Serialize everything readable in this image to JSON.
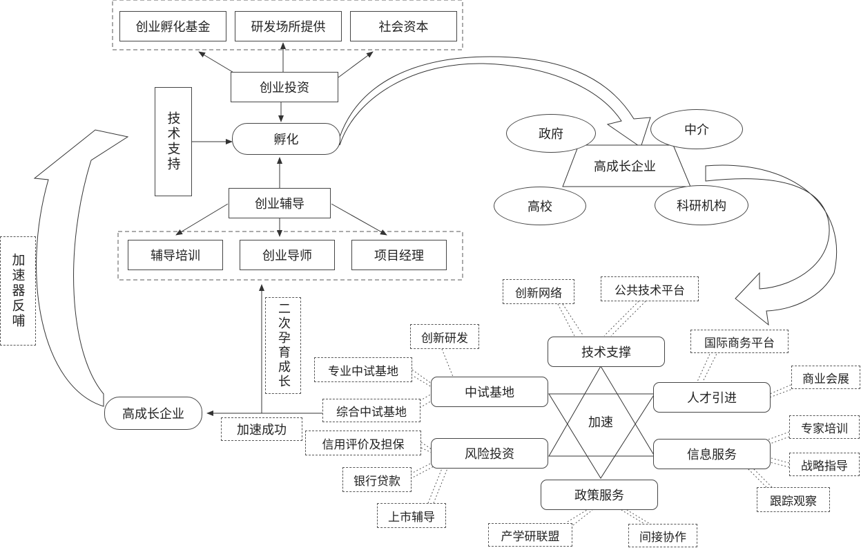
{
  "top_group": [
    "创业孵化基金",
    "研发场所提供",
    "社会资本"
  ],
  "investment": "创业投资",
  "tech_support_v": "技术支持",
  "incubate": "孵化",
  "guidance": "创业辅导",
  "bottom_group": [
    "辅导培训",
    "创业导师",
    "项目经理"
  ],
  "accel_feedback": "加速器反哺",
  "second_growth": "二次孕育成长",
  "high_growth_left": "高成长企业",
  "accel_success": "加速成功",
  "cluster": {
    "center": "高成长企业",
    "government": "政府",
    "intermediary": "中介",
    "university": "高校",
    "research": "科研机构"
  },
  "accelerate": {
    "center": "加速",
    "nodes": {
      "tech_support": "技术支撑",
      "pilot_base": "中试基地",
      "talent": "人才引进",
      "venture": "风险投资",
      "info_service": "信息服务",
      "policy": "政策服务"
    },
    "leaves": {
      "innovation_network": "创新网络",
      "public_platform": "公共技术平台",
      "intl_business": "国际商务平台",
      "business_expo": "商业会展",
      "innovation_rd": "创新研发",
      "specialized_pilot": "专业中试基地",
      "integrated_pilot": "综合中试基地",
      "credit_guarantee": "信用评价及担保",
      "bank_loan": "银行贷款",
      "listing_guidance": "上市辅导",
      "expert_training": "专家培训",
      "strategy_guidance": "战略指导",
      "tracking": "跟踪观察",
      "iur_alliance": "产学研联盟",
      "indirect_coop": "间接协作"
    }
  }
}
